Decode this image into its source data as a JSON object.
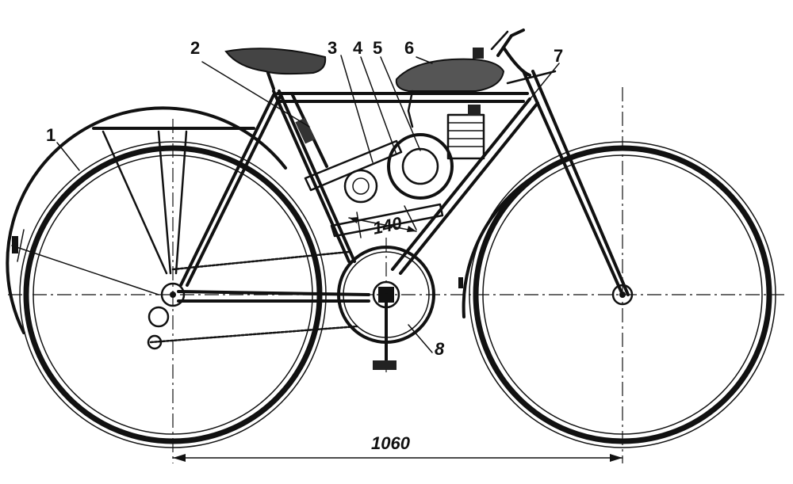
{
  "callouts": [
    {
      "id": "1",
      "text": "1"
    },
    {
      "id": "2",
      "text": "2"
    },
    {
      "id": "3",
      "text": "3"
    },
    {
      "id": "4",
      "text": "4"
    },
    {
      "id": "5",
      "text": "5"
    },
    {
      "id": "6",
      "text": "6"
    },
    {
      "id": "7",
      "text": "7"
    },
    {
      "id": "8",
      "text": "8"
    }
  ],
  "dimensions": {
    "wheelbase": "1060",
    "mount_spacing": "140"
  }
}
